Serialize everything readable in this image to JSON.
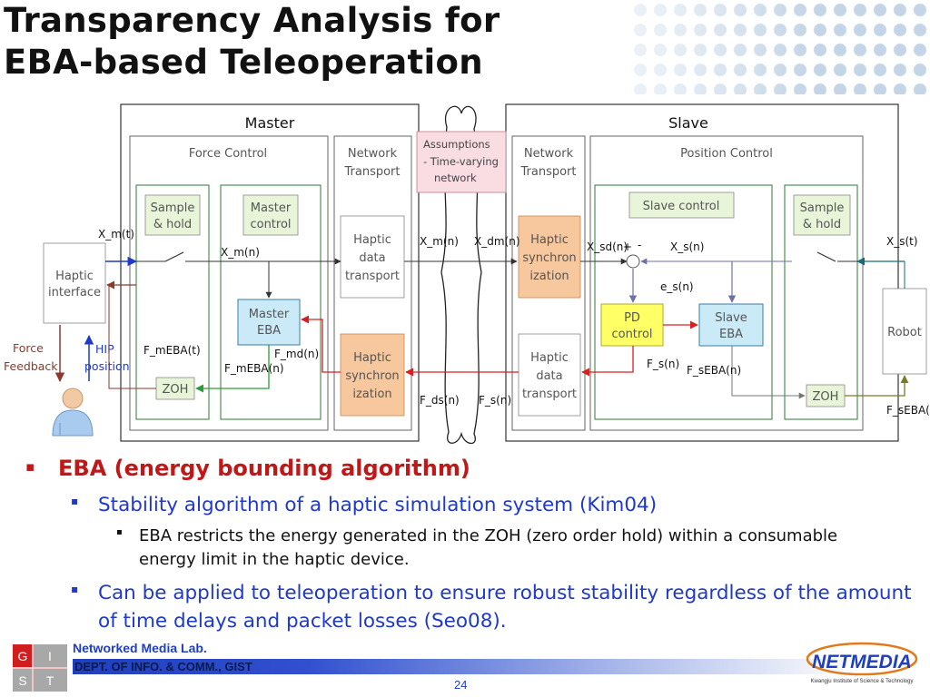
{
  "slide": {
    "title_lines": [
      "Transparency Analysis for",
      "EBA-based Teleoperation"
    ],
    "page_number": "24"
  },
  "diagram": {
    "master": {
      "title": "Master",
      "force_control": "Force Control",
      "sample_hold": [
        "Sample",
        "& hold"
      ],
      "master_control": [
        "Master",
        "control"
      ],
      "master_eba": [
        "Master",
        "EBA"
      ],
      "zoh": "ZOH",
      "network_transport": [
        "Network",
        "Transport"
      ],
      "haptic_data_transport": [
        "Haptic",
        "data",
        "transport"
      ],
      "haptic_sync": [
        "Haptic",
        "synchron",
        "ization"
      ]
    },
    "slave": {
      "title": "Slave",
      "position_control": "Position Control",
      "network_transport": [
        "Network",
        "Transport"
      ],
      "haptic_sync": [
        "Haptic",
        "synchron",
        "ization"
      ],
      "haptic_data_transport": [
        "Haptic",
        "data",
        "transport"
      ],
      "slave_control": "Slave control",
      "pd_control": [
        "PD",
        "control"
      ],
      "slave_eba": [
        "Slave",
        "EBA"
      ],
      "sample_hold": [
        "Sample",
        "& hold"
      ],
      "zoh": "ZOH"
    },
    "assumptions": [
      "Assumptions",
      "- Time-varying",
      "network"
    ],
    "haptic_interface": [
      "Haptic",
      "interface"
    ],
    "robot": "Robot",
    "force_feedback": [
      "Force",
      "Feedback"
    ],
    "hip_position": [
      "HIP",
      "position"
    ],
    "signals": {
      "xm_t": "X_m(t)",
      "xm_n_a": "X_m(n)",
      "xm_n_b": "X_m(n)",
      "xdm_n": "X_dm(n)",
      "xsd_n": "X_sd(n)",
      "xs_n": "X_s(n)",
      "xs_t": "X_s(t)",
      "es_n": "e_s(n)",
      "fmeba_t": "F_mEBA(t)",
      "fmeba_n": "F_mEBA(n)",
      "fmd_n": "F_md(n)",
      "fds_n": "F_ds(n)",
      "fs_n_a": "F_s(n)",
      "fs_n_b": "F_s(n)",
      "fseba_n": "F_sEBA(n)",
      "fseba_t": "F_sEBA(t)",
      "plus": "+",
      "minus": "-"
    }
  },
  "bullets": {
    "l1": "EBA (energy bounding algorithm)",
    "l2a": "Stability algorithm of a haptic simulation system (Kim04)",
    "l3": "EBA restricts the energy generated in the ZOH (zero order hold) within a consumable energy limit in the haptic device.",
    "l2b": "Can be applied to teleoperation to ensure robust stability regardless of the amount of time delays and packet losses (Seo08).",
    "marker": "▪"
  },
  "footer": {
    "lab": "Networked Media Lab.",
    "dept": "DEPT. OF INFO. & COMM., GIST",
    "gist_letters": [
      "G",
      "I",
      "S",
      "T"
    ],
    "logo_text": "NETMEDIA",
    "logo_sub": "Kwangju Institute of Science & Technology"
  },
  "colors": {
    "bullet_red": "#c01818",
    "bullet_blue": "#1f39c8",
    "footer_blue": "#1f3fbf",
    "green_box": "#e8f5d8",
    "blue_box": "#c9eaf6",
    "orange_box": "#f7c79e",
    "yellow_box": "#ffff66",
    "pink_box": "#f9dde3"
  }
}
